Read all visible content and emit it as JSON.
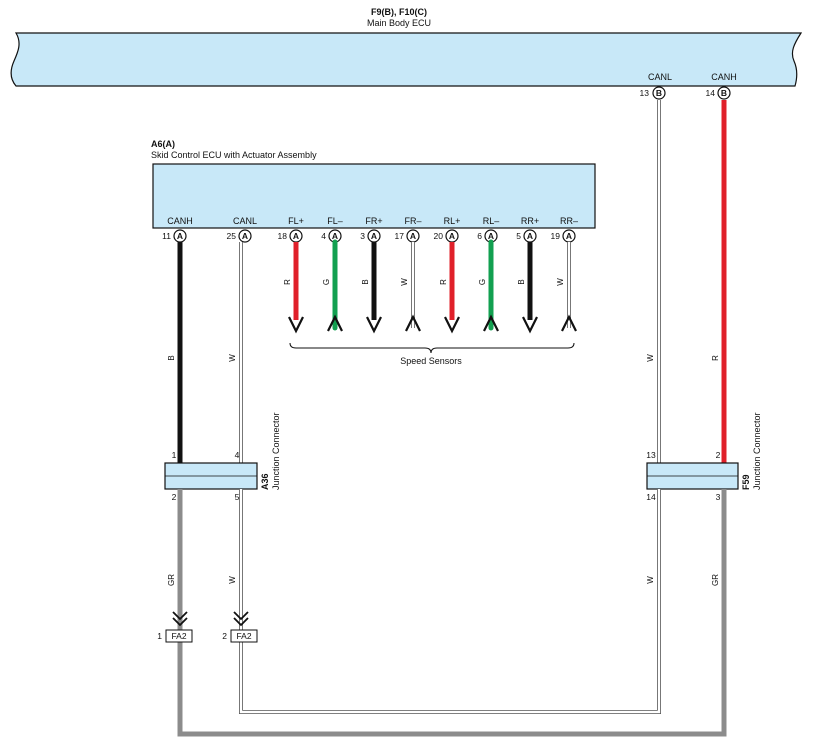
{
  "main_ecu": {
    "code": "F9(B), F10(C)",
    "name": "Main Body ECU",
    "pins": [
      {
        "signal": "CANL",
        "num": "13",
        "conn": "B"
      },
      {
        "signal": "CANH",
        "num": "14",
        "conn": "B"
      }
    ]
  },
  "skid_ecu": {
    "code": "A6(A)",
    "name": "Skid Control ECU with Actuator Assembly",
    "pins": [
      {
        "signal": "CANH",
        "num": "11",
        "conn": "A"
      },
      {
        "signal": "CANL",
        "num": "25",
        "conn": "A"
      },
      {
        "signal": "FL+",
        "num": "18",
        "conn": "A",
        "wire": "R"
      },
      {
        "signal": "FL–",
        "num": "4",
        "conn": "A",
        "wire": "G"
      },
      {
        "signal": "FR+",
        "num": "3",
        "conn": "A",
        "wire": "B"
      },
      {
        "signal": "FR–",
        "num": "17",
        "conn": "A",
        "wire": "W"
      },
      {
        "signal": "RL+",
        "num": "20",
        "conn": "A",
        "wire": "R"
      },
      {
        "signal": "RL–",
        "num": "6",
        "conn": "A",
        "wire": "G"
      },
      {
        "signal": "RR+",
        "num": "5",
        "conn": "A",
        "wire": "B"
      },
      {
        "signal": "RR–",
        "num": "19",
        "conn": "A",
        "wire": "W"
      }
    ]
  },
  "speed_sensors_label": "Speed Sensors",
  "junction_a36": {
    "code": "A36",
    "name": "Junction Connector",
    "top_pins": [
      "1",
      "4"
    ],
    "bottom_pins": [
      "2",
      "5"
    ]
  },
  "junction_f59": {
    "code": "F59",
    "name": "Junction Connector",
    "top_pins": [
      "13",
      "2"
    ],
    "bottom_pins": [
      "14",
      "3"
    ]
  },
  "wires": {
    "a36_canh_upper": "B",
    "a36_canl_upper": "W",
    "a36_canh_lower": "GR",
    "a36_canl_lower": "W",
    "f59_canl_upper": "W",
    "f59_canh_upper": "R",
    "f59_canl_lower": "W",
    "f59_canh_lower": "GR"
  },
  "connectors_fa2": [
    {
      "pin": "1",
      "code": "FA2"
    },
    {
      "pin": "2",
      "code": "FA2"
    }
  ],
  "colors": {
    "ecu_fill": "#c8e8f8",
    "red": "#e0202a",
    "green": "#12a050",
    "black": "#111111",
    "gray": "#8c8c8c",
    "white_wire_outline": "#555555"
  }
}
